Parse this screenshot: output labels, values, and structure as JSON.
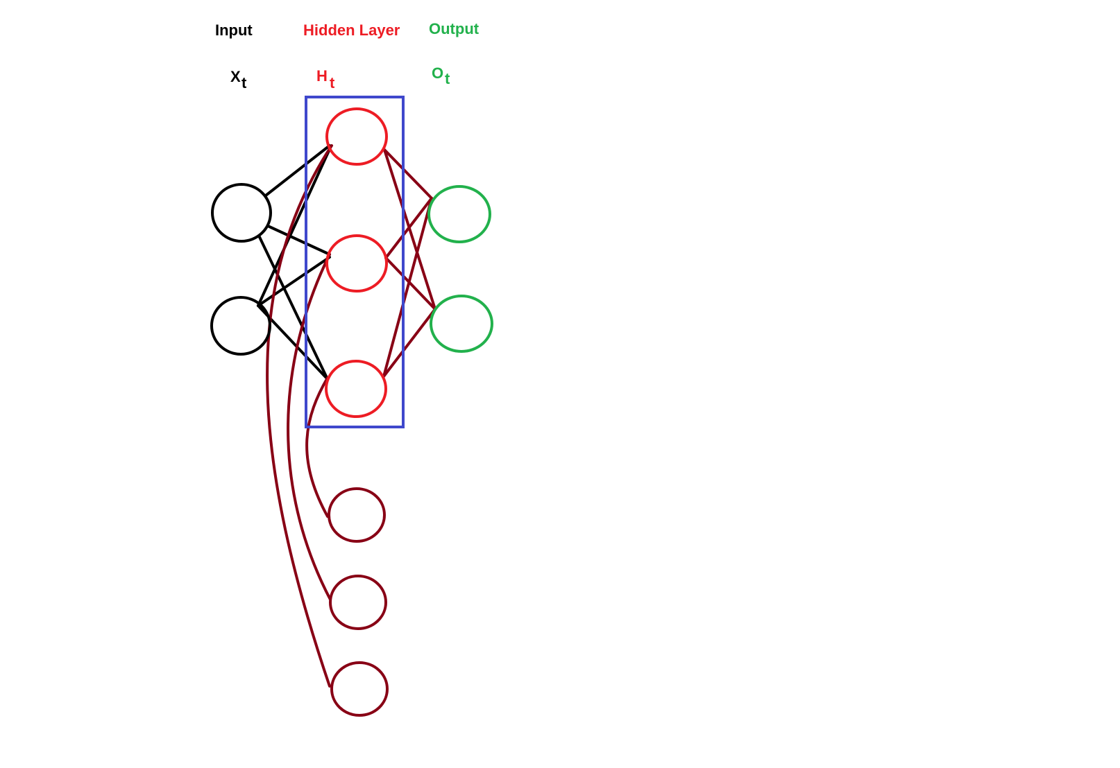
{
  "headers": {
    "input": "Input",
    "hidden": "Hidden Layer",
    "output": "Output"
  },
  "symbols": {
    "input": {
      "base": "X",
      "sub": "t"
    },
    "hidden": {
      "base": "H",
      "sub": "t"
    },
    "output": {
      "base": "O",
      "sub": "t"
    }
  },
  "colors": {
    "input": "#000000",
    "hidden": "#ed1c24",
    "output": "#22b14c",
    "recurrent": "#880015",
    "box": "#3f48cc"
  }
}
